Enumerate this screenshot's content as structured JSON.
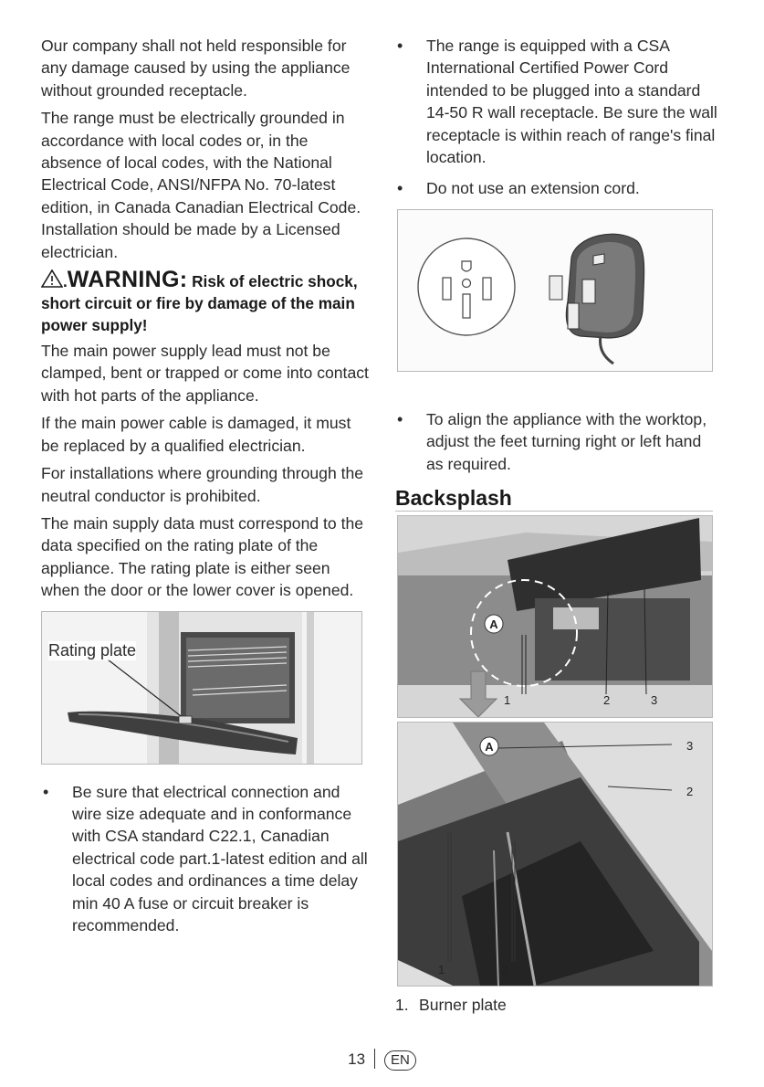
{
  "left_column": {
    "p1": "Our company shall not held responsible for any damage caused by using the appliance without grounded receptacle.",
    "p2": "The range must be electrically grounded in accordance with local codes or, in the absence of local codes, with the National Electrical Code, ANSI/NFPA No. 70-latest edition, in Canada Canadian Electrical Code. Installation should be made by a Licensed electrician.",
    "warning_word": "WARNING:",
    "warning_text": "Risk of electric shock, short circuit or fire by damage of the main power supply!",
    "p3": "The main power supply lead must not be clamped, bent or trapped or come into contact with hot parts of the appliance.",
    "p4": "If the main power cable is damaged, it must be replaced by a qualified electrician.",
    "p5": "For installations where grounding through the neutral conductor is prohibited.",
    "p6": "The main supply data must correspond to the data specified on the rating plate of the appliance. The rating plate is either seen when the door or the lower cover is opened.",
    "figure_label": "Rating plate",
    "bullet1": "Be sure that electrical connection and wire size adequate and in conformance with CSA standard C22.1, Canadian electrical code part.1-latest edition and all local codes and ordinances a time delay min 40 A fuse or circuit breaker is recommended."
  },
  "right_column": {
    "bullet_power_cord": "The range is equipped with a CSA International Certified Power Cord intended to be plugged into a standard 14-50 R wall receptacle. Be sure the wall receptacle is within reach of range's final location.",
    "bullet_extension": "Do not use an extension cord.",
    "bullet_align": "To align the appliance with the worktop, adjust the feet turning right or left hand as required.",
    "section_title": "Backsplash",
    "fig1_labels": {
      "a": "A",
      "n1": "1",
      "n2": "2",
      "n3": "3"
    },
    "fig2_labels": {
      "a": "A",
      "n1": "1",
      "n2": "2",
      "n3": "3",
      "r2": "2"
    },
    "list": [
      {
        "num": "1.",
        "text": "Burner plate"
      }
    ]
  },
  "footer": {
    "page_number": "13",
    "language": "EN"
  }
}
